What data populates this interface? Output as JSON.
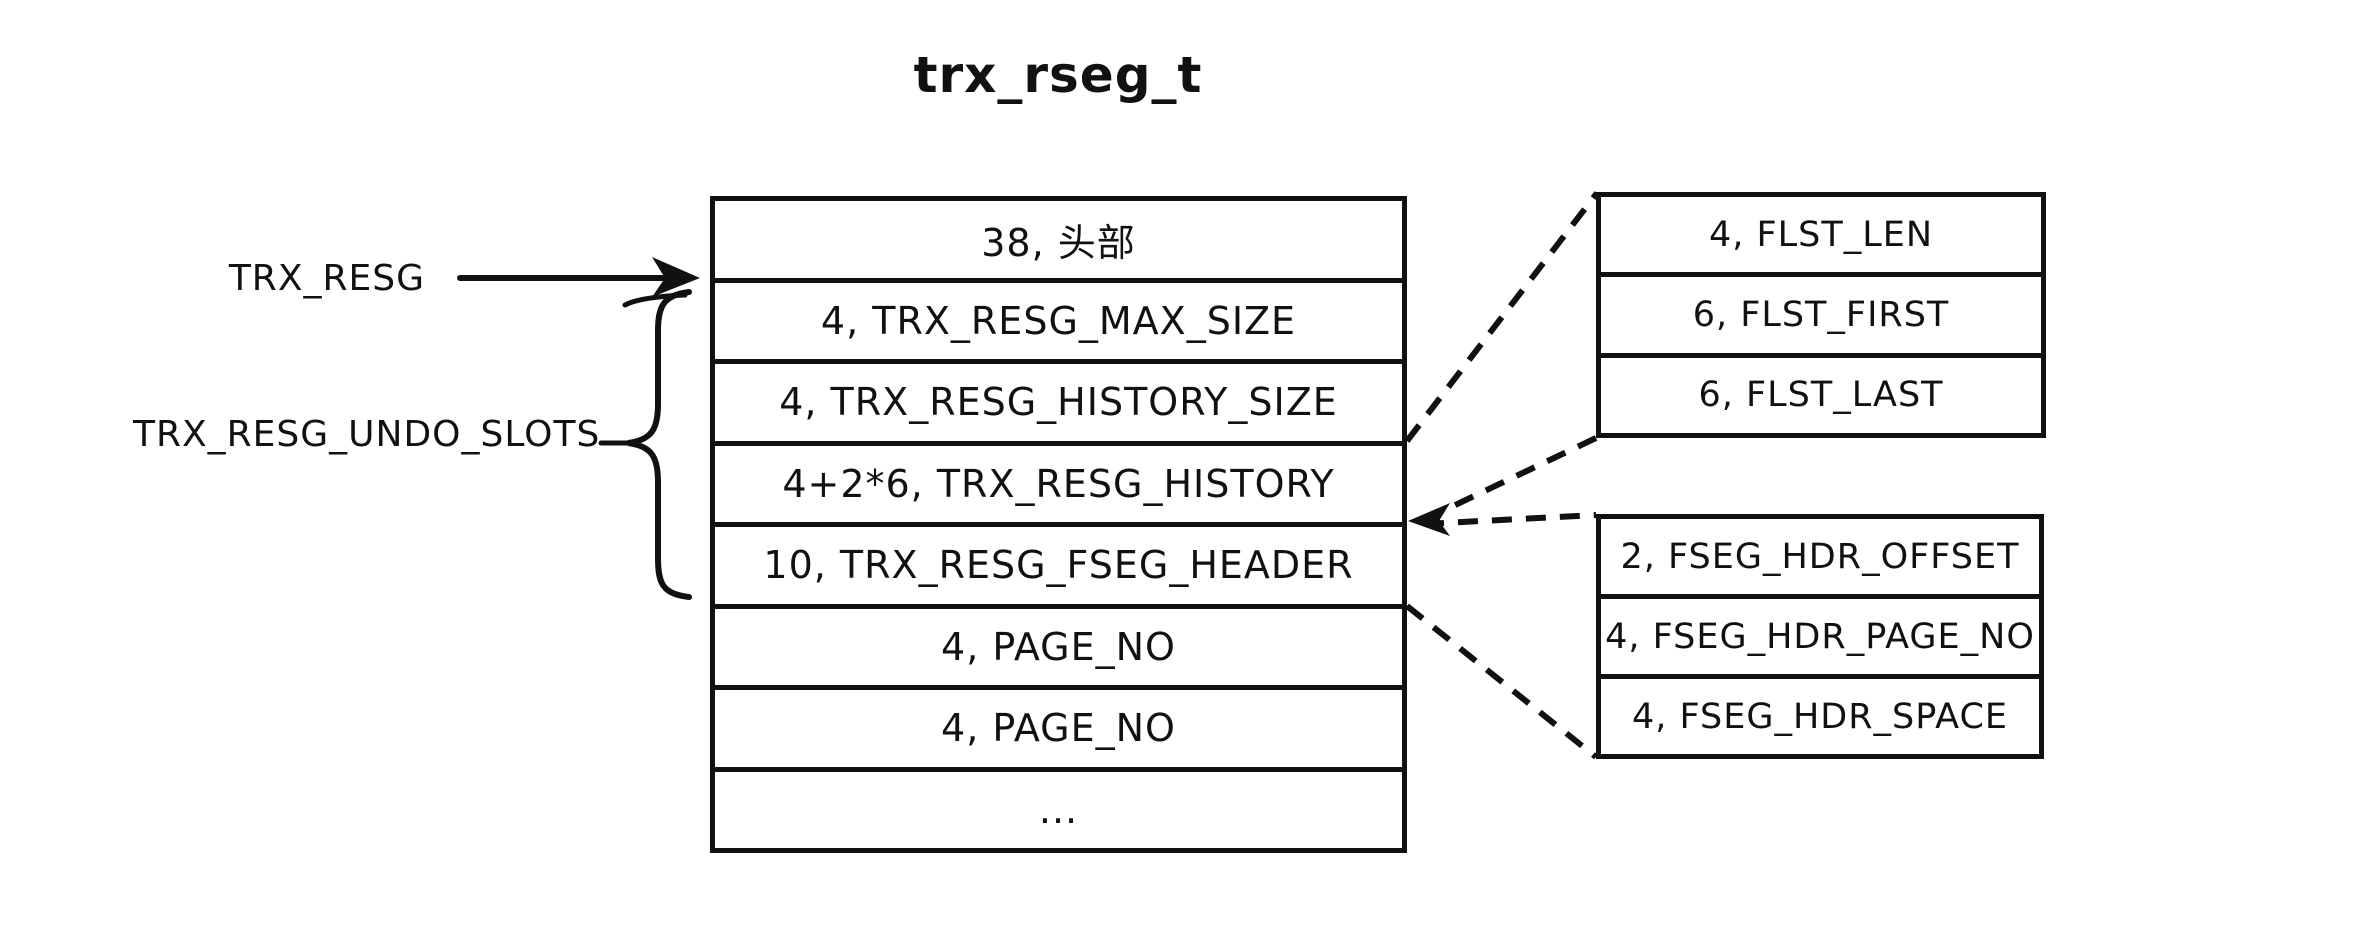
{
  "title": "trx_rseg_t",
  "colors": {
    "line": "#111111",
    "background": "#ffffff"
  },
  "labels": {
    "trx_resg": "TRX_RESG",
    "undo_slots": "TRX_RESG_UNDO_SLOTS"
  },
  "main_box": {
    "rows": [
      "38, 头部",
      "4, TRX_RESG_MAX_SIZE",
      "4, TRX_RESG_HISTORY_SIZE",
      "4+2*6, TRX_RESG_HISTORY",
      "10, TRX_RESG_FSEG_HEADER",
      "4, PAGE_NO",
      "4, PAGE_NO",
      "..."
    ]
  },
  "flst_box": {
    "rows": [
      "4, FLST_LEN",
      "6, FLST_FIRST",
      "6, FLST_LAST"
    ]
  },
  "fseg_box": {
    "rows": [
      "2, FSEG_HDR_OFFSET",
      "4, FSEG_HDR_PAGE_NO",
      "4, FSEG_HDR_SPACE"
    ]
  }
}
